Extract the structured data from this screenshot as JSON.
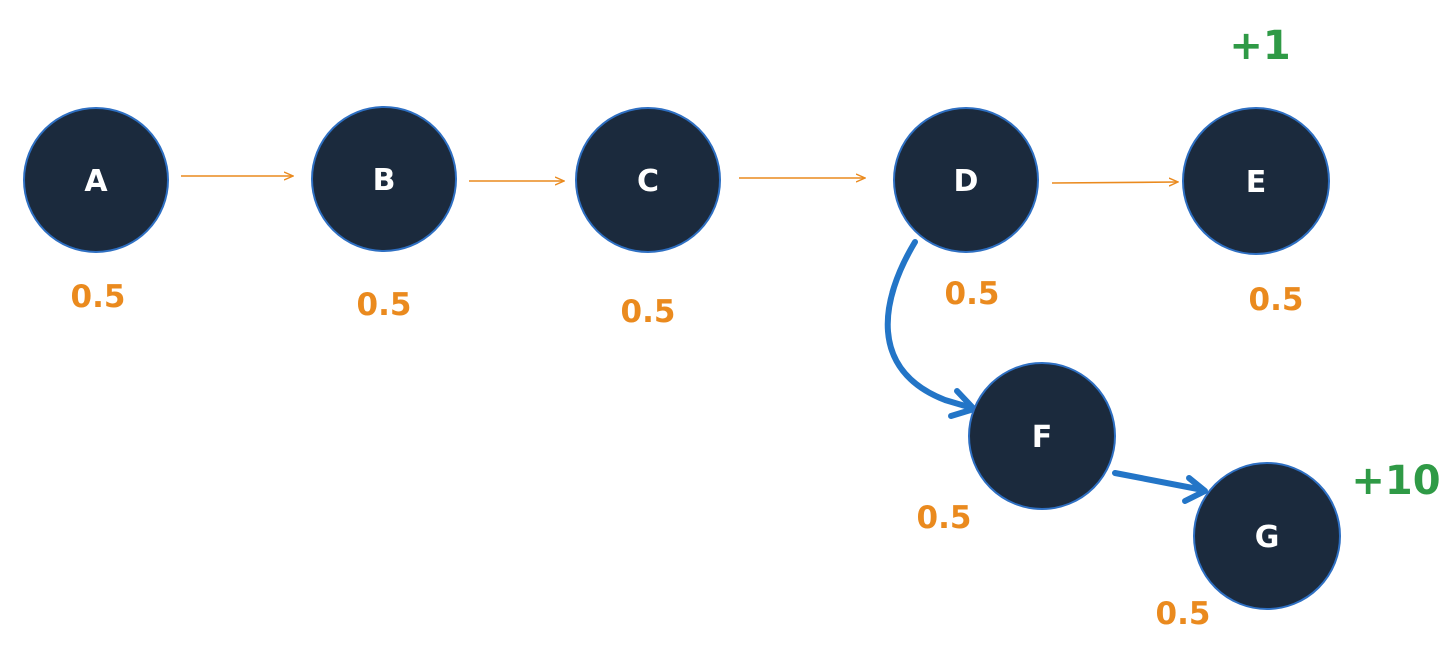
{
  "nodes": [
    {
      "id": "A",
      "label": "A",
      "value": "0.5"
    },
    {
      "id": "B",
      "label": "B",
      "value": "0.5"
    },
    {
      "id": "C",
      "label": "C",
      "value": "0.5"
    },
    {
      "id": "D",
      "label": "D",
      "value": "0.5"
    },
    {
      "id": "E",
      "label": "E",
      "value": "0.5",
      "reward": "+1"
    },
    {
      "id": "F",
      "label": "F",
      "value": "0.5"
    },
    {
      "id": "G",
      "label": "G",
      "value": "0.5",
      "reward": "+10"
    }
  ],
  "edges": [
    {
      "from": "A",
      "to": "B",
      "style": "thin"
    },
    {
      "from": "B",
      "to": "C",
      "style": "thin"
    },
    {
      "from": "C",
      "to": "D",
      "style": "thin"
    },
    {
      "from": "D",
      "to": "E",
      "style": "thin"
    },
    {
      "from": "D",
      "to": "F",
      "style": "highlighted"
    },
    {
      "from": "F",
      "to": "G",
      "style": "highlighted"
    }
  ],
  "colors": {
    "node_fill": "#1b2a3d",
    "node_stroke": "#2e6fc2",
    "value_text": "#ea8a1e",
    "reward_text": "#2f9a46",
    "thin_edge": "#ea8a1e",
    "highlight_edge": "#2375c7"
  }
}
